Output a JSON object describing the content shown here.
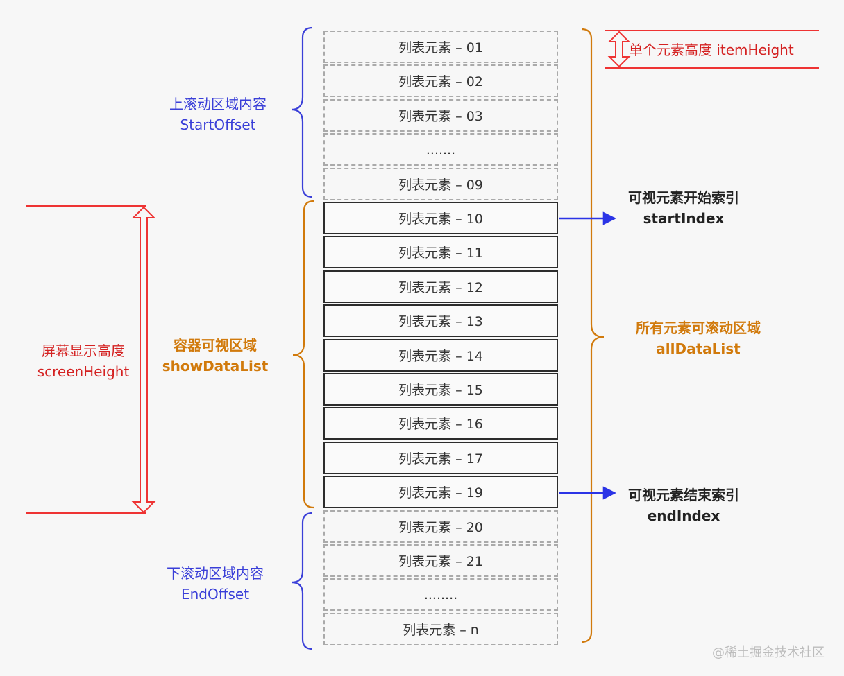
{
  "list_items": [
    {
      "label": "列表元素 – 01",
      "visible": false
    },
    {
      "label": "列表元素 – 02",
      "visible": false
    },
    {
      "label": "列表元素 – 03",
      "visible": false
    },
    {
      "label": ".......",
      "visible": false
    },
    {
      "label": "列表元素 – 09",
      "visible": false
    },
    {
      "label": "列表元素 – 10",
      "visible": true
    },
    {
      "label": "列表元素 – 11",
      "visible": true
    },
    {
      "label": "列表元素 – 12",
      "visible": true
    },
    {
      "label": "列表元素 – 13",
      "visible": true
    },
    {
      "label": "列表元素 – 14",
      "visible": true
    },
    {
      "label": "列表元素 – 15",
      "visible": true
    },
    {
      "label": "列表元素 – 16",
      "visible": true
    },
    {
      "label": "列表元素 – 17",
      "visible": true
    },
    {
      "label": "列表元素 – 19",
      "visible": true
    },
    {
      "label": "列表元素 – 20",
      "visible": false
    },
    {
      "label": "列表元素 – 21",
      "visible": false
    },
    {
      "label": "........",
      "visible": false
    },
    {
      "label": "列表元素 – n",
      "visible": false
    }
  ],
  "labels": {
    "start_offset": {
      "zh": "上滚动区域内容",
      "en": "StartOffset"
    },
    "show_data_list": {
      "zh": "容器可视区域",
      "en": "showDataList"
    },
    "end_offset": {
      "zh": "下滚动区域内容",
      "en": "EndOffset"
    },
    "screen_height": {
      "zh": "屏幕显示高度",
      "en": "screenHeight"
    },
    "item_height": "单个元素高度 itemHeight",
    "all_data_list": {
      "zh": "所有元素可滚动区域",
      "en": "allDataList"
    },
    "start_index": {
      "zh": "可视元素开始索引",
      "en": "startIndex"
    },
    "end_index": {
      "zh": "可视元素结束索引",
      "en": "endIndex"
    }
  },
  "watermark": "@稀土掘金技术社区",
  "colors": {
    "blue": "#3a3fd8",
    "orange": "#d17a0c",
    "red": "#d42222",
    "arrow_blue": "#2b34e6"
  }
}
